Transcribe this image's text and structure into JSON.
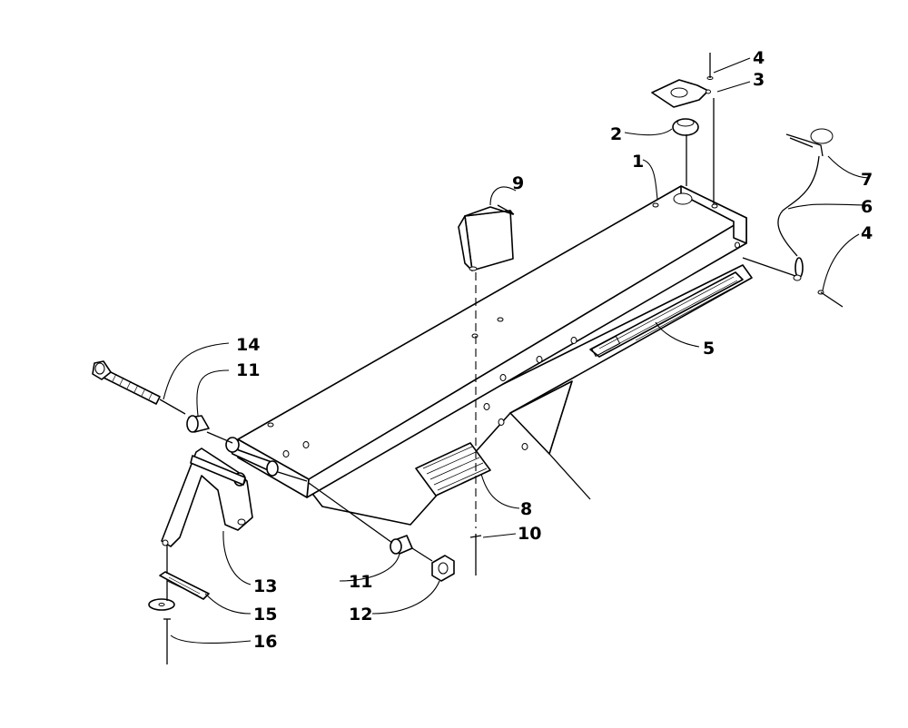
{
  "callouts": {
    "c1": "1",
    "c2": "2",
    "c3": "3",
    "c4a": "4",
    "c4b": "4",
    "c5": "5",
    "c6": "6",
    "c7": "7",
    "c8": "8",
    "c9": "9",
    "c10": "10",
    "c11a": "11",
    "c11b": "11",
    "c12": "12",
    "c13": "13",
    "c14": "14",
    "c15": "15",
    "c16": "16"
  }
}
